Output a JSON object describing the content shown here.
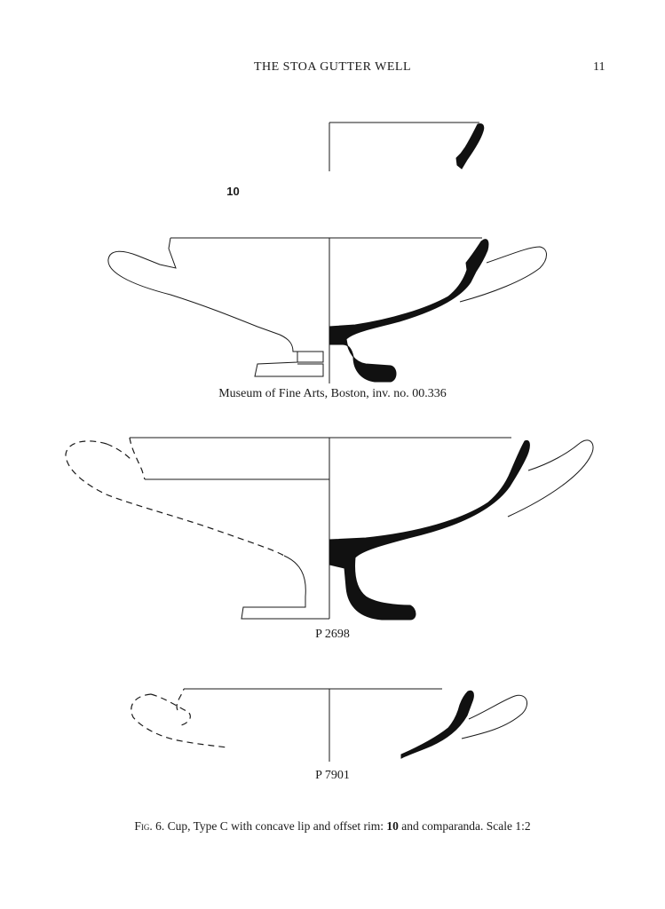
{
  "header": {
    "running_title": "THE STOA GUTTER WELL",
    "page_number": "11"
  },
  "figures": [
    {
      "id": "10",
      "label": "10"
    },
    {
      "id": "boston",
      "label": "Museum of Fine Arts, Boston, inv. no. 00.336"
    },
    {
      "id": "p2698",
      "label": "P 2698"
    },
    {
      "id": "p7901",
      "label": "P 7901"
    }
  ],
  "caption": {
    "fig_prefix": "Fig",
    "fig_rest": ". 6. Cup, Type C with concave lip and offset rim: ",
    "bold_number": "10",
    "tail": " and comparanda. Scale 1:2"
  }
}
